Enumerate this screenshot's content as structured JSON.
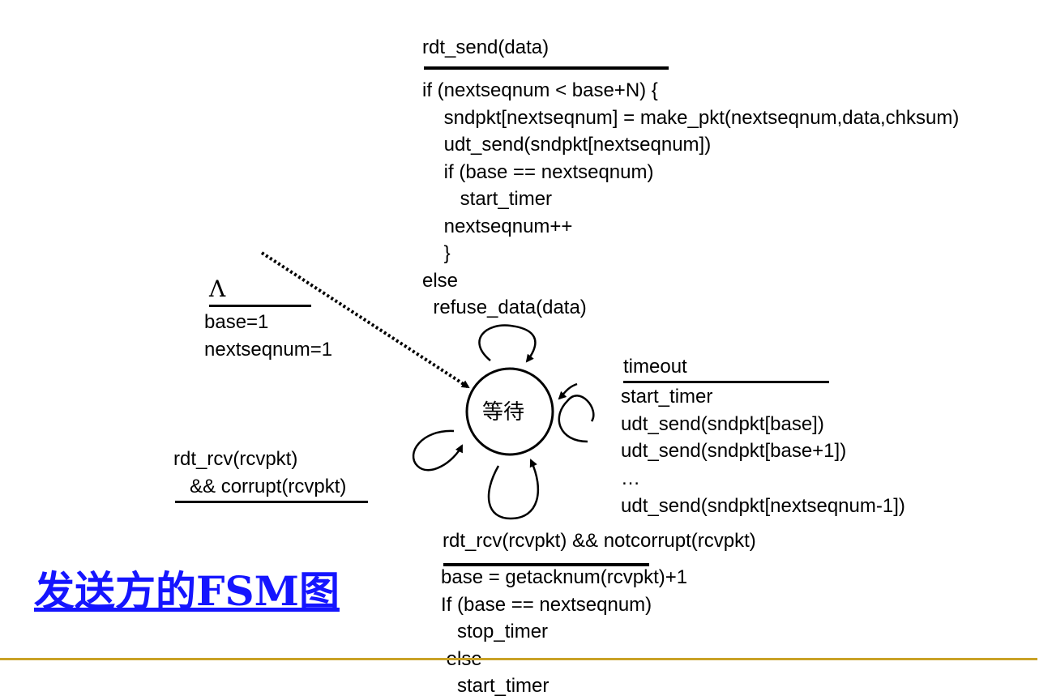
{
  "send_event": {
    "event": "rdt_send(data)",
    "actions": [
      "if (nextseqnum < base+N) {",
      "    sndpkt[nextseqnum] = make_pkt(nextseqnum,data,chksum)",
      "    udt_send(sndpkt[nextseqnum])",
      "    if (base == nextseqnum)",
      "       start_timer",
      "    nextseqnum++",
      "    }",
      "else",
      "  refuse_data(data)"
    ]
  },
  "init": {
    "event": "Λ",
    "actions": [
      "base=1",
      "nextseqnum=1"
    ]
  },
  "timeout_event": {
    "event": "timeout",
    "actions": [
      "start_timer",
      "udt_send(sndpkt[base])",
      "udt_send(sndpkt[base+1])",
      "…",
      "udt_send(sndpkt[nextseqnum-1])"
    ]
  },
  "corrupt_event": {
    "lines": [
      "rdt_rcv(rcvpkt)",
      "   && corrupt(rcvpkt)"
    ]
  },
  "ack_event": {
    "event": "rdt_rcv(rcvpkt) && notcorrupt(rcvpkt)",
    "actions": [
      "base = getacknum(rcvpkt)+1",
      "If (base == nextseqnum)",
      "   stop_timer",
      " else",
      "   start_timer"
    ]
  },
  "state": {
    "label": "等待"
  },
  "title": "发送方的FSM图",
  "colors": {
    "title": "#1515ff",
    "footer_rule": "#c9a227",
    "state_edge_accent": "#1e88e5"
  }
}
